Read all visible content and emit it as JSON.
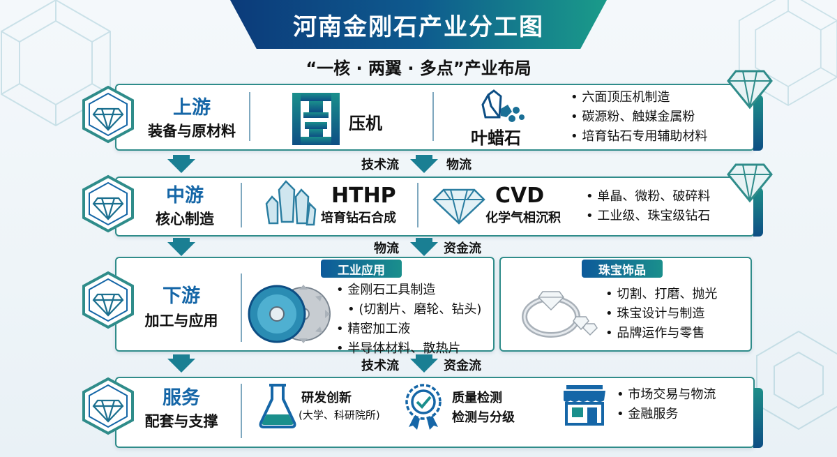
{
  "title": "河南金刚石产业分工图",
  "subtitle": "“一核 · 两翼 · 多点”产业布局",
  "colors": {
    "primary": "#0e5a8e",
    "accent": "#1a9b8a",
    "stage_title": "#1566a7"
  },
  "upstream": {
    "title": "上游",
    "sub": "装备与原材料",
    "item1": "压机",
    "item2": "叶蜡石",
    "bullets": [
      "六面顶压机制造",
      "碳源粉、触媒金属粉",
      "培育钻石专用辅助材料"
    ]
  },
  "flow1": {
    "left": "技术流",
    "right": "物流"
  },
  "midstream": {
    "title": "中游",
    "sub": "核心制造",
    "hthp_title": "HTHP",
    "hthp_sub": "培育钻石合成",
    "cvd_title": "CVD",
    "cvd_sub": "化学气相沉积",
    "bullets": [
      "单晶、微粉、破碎料",
      "工业级、珠宝级钻石"
    ]
  },
  "flow2": {
    "left": "物流",
    "right": "资金流"
  },
  "downstream": {
    "title": "下游",
    "sub": "加工与应用",
    "industrial_tag": "工业应用",
    "industrial_item1": "金刚石工具制造",
    "industrial_item1_note": "(切割片、磨轮、钻头)",
    "industrial_item2": "精密加工液",
    "industrial_item3": "半导体材料、散热片",
    "jewelry_tag": "珠宝饰品",
    "jewelry_bullets": [
      "切割、打磨、抛光",
      "珠宝设计与制造",
      "品牌运作与零售"
    ]
  },
  "flow3": {
    "left": "技术流",
    "right": "资金流"
  },
  "services": {
    "title": "服务",
    "sub": "配套与支撑",
    "rd_title": "研发创新",
    "rd_note": "(大学、科研院所)",
    "qc_title": "质量检测",
    "qc_sub": "检测与分级",
    "bullets": [
      "市场交易与物流",
      "金融服务"
    ]
  },
  "icons": [
    "diamond-hex-badge-icon",
    "press-machine-icon",
    "pyrophyllite-stone-icon",
    "crystal-cluster-icon",
    "diamond-outline-icon",
    "cutting-disc-icon",
    "diamond-ring-icon",
    "lab-flask-icon",
    "quality-badge-icon",
    "storefront-icon",
    "down-arrow-icon"
  ]
}
